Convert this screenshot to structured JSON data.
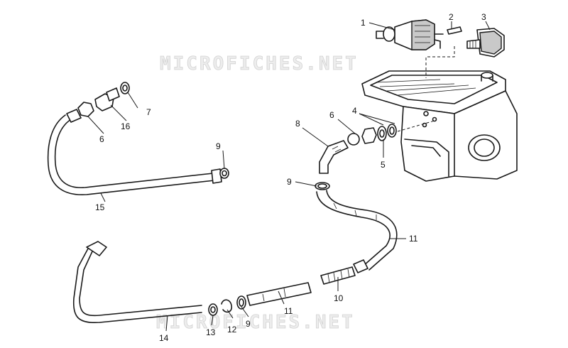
{
  "watermark": {
    "text": "MICROFICHES.NET"
  },
  "callouts": [
    {
      "id": "c1",
      "label": "1"
    },
    {
      "id": "c2",
      "label": "2"
    },
    {
      "id": "c3",
      "label": "3"
    },
    {
      "id": "c4",
      "label": "4"
    },
    {
      "id": "c5",
      "label": "5"
    },
    {
      "id": "c6a",
      "label": "6"
    },
    {
      "id": "c6b",
      "label": "6"
    },
    {
      "id": "c7",
      "label": "7"
    },
    {
      "id": "c8",
      "label": "8"
    },
    {
      "id": "c9a",
      "label": "9"
    },
    {
      "id": "c9b",
      "label": "9"
    },
    {
      "id": "c9c",
      "label": "9"
    },
    {
      "id": "c10",
      "label": "10"
    },
    {
      "id": "c11a",
      "label": "11"
    },
    {
      "id": "c11b",
      "label": "11"
    },
    {
      "id": "c12",
      "label": "12"
    },
    {
      "id": "c13",
      "label": "13"
    },
    {
      "id": "c14",
      "label": "14"
    },
    {
      "id": "c15",
      "label": "15"
    },
    {
      "id": "c16",
      "label": "16"
    }
  ]
}
